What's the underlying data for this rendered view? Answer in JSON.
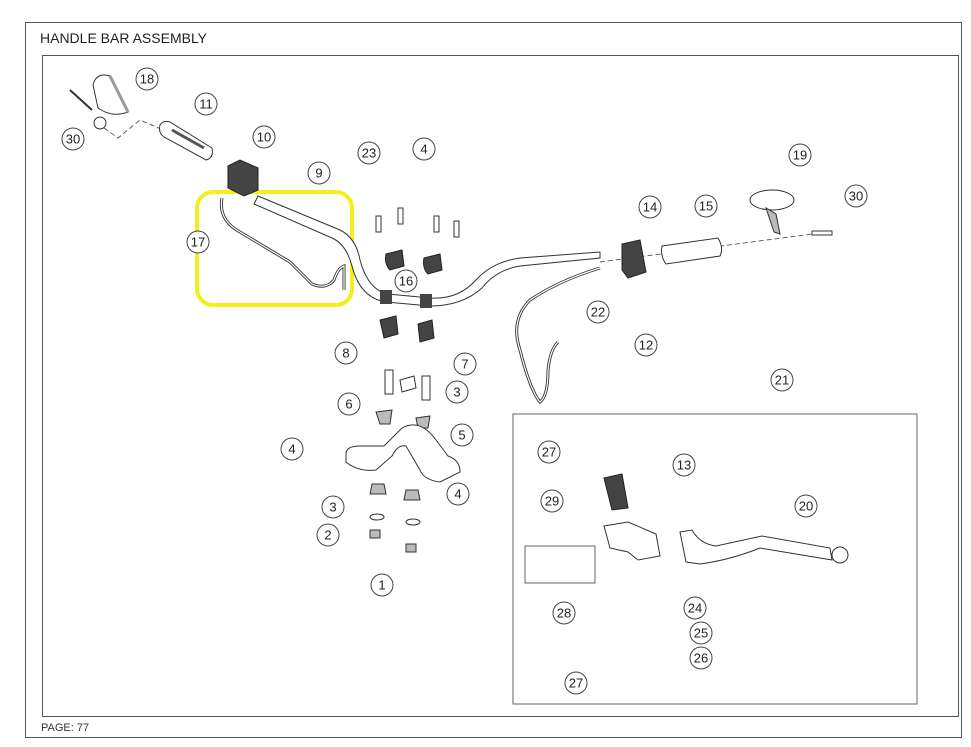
{
  "document": {
    "title": "HANDLE BAR ASSEMBLY",
    "footer": "PAGE: 77"
  },
  "highlight": {
    "color": "#f3ee1c",
    "target_part": "17"
  },
  "callouts": [
    {
      "id": "c18",
      "label": "18"
    },
    {
      "id": "c30a",
      "label": "30"
    },
    {
      "id": "c11",
      "label": "11"
    },
    {
      "id": "c10",
      "label": "10"
    },
    {
      "id": "c9",
      "label": "9"
    },
    {
      "id": "c23",
      "label": "23"
    },
    {
      "id": "c17",
      "label": "17"
    },
    {
      "id": "c4a",
      "label": "4"
    },
    {
      "id": "c16",
      "label": "16"
    },
    {
      "id": "c14",
      "label": "14"
    },
    {
      "id": "c15",
      "label": "15"
    },
    {
      "id": "c19",
      "label": "19"
    },
    {
      "id": "c30b",
      "label": "30"
    },
    {
      "id": "c22",
      "label": "22"
    },
    {
      "id": "c8",
      "label": "8"
    },
    {
      "id": "c7",
      "label": "7"
    },
    {
      "id": "c6",
      "label": "6"
    },
    {
      "id": "c3a",
      "label": "3"
    },
    {
      "id": "c5",
      "label": "5"
    },
    {
      "id": "c4b",
      "label": "4"
    },
    {
      "id": "c4c",
      "label": "4"
    },
    {
      "id": "c3b",
      "label": "3"
    },
    {
      "id": "c2",
      "label": "2"
    },
    {
      "id": "c1",
      "label": "1"
    },
    {
      "id": "c12",
      "label": "12"
    },
    {
      "id": "c21",
      "label": "21"
    },
    {
      "id": "c27a",
      "label": "27"
    },
    {
      "id": "c13",
      "label": "13"
    },
    {
      "id": "c29",
      "label": "29"
    },
    {
      "id": "c20",
      "label": "20"
    },
    {
      "id": "c28",
      "label": "28"
    },
    {
      "id": "c24",
      "label": "24"
    },
    {
      "id": "c25",
      "label": "25"
    },
    {
      "id": "c26",
      "label": "26"
    },
    {
      "id": "c27b",
      "label": "27"
    }
  ]
}
